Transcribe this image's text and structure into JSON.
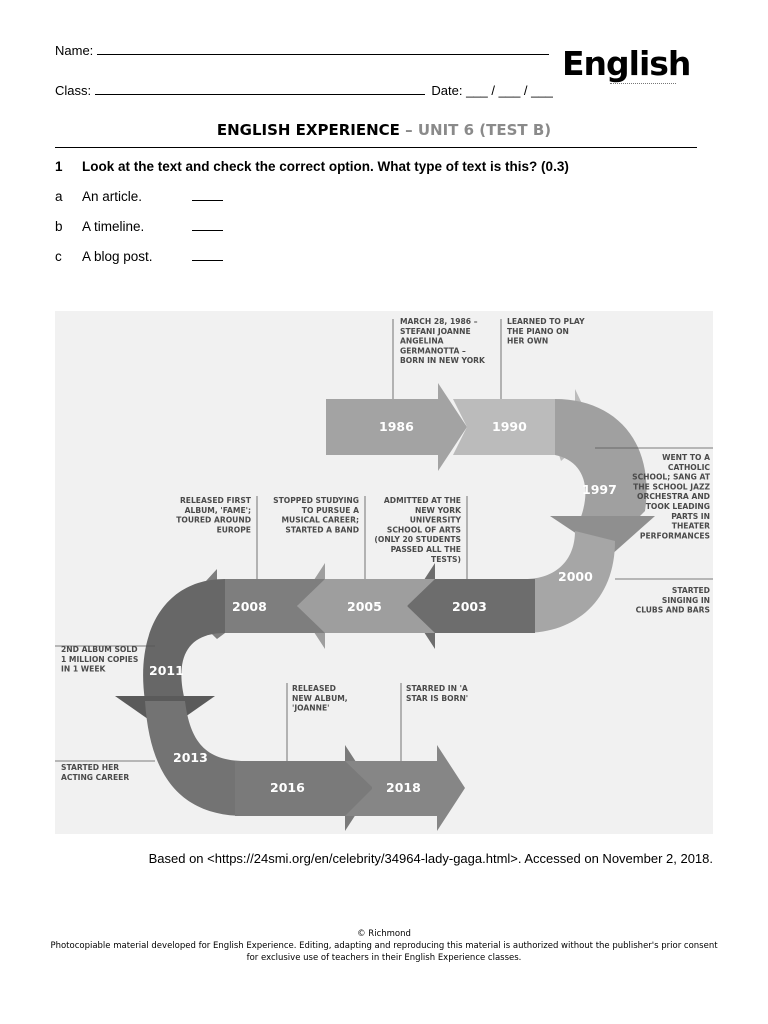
{
  "header": {
    "name_label": "Name:",
    "class_label": "Class:",
    "date_label": "Date:",
    "date_placeholder": "___ / ___ / ___",
    "logo_text": "English"
  },
  "title": {
    "main": "ENGLISH EXPERIENCE",
    "dash": " – ",
    "unit": "UNIT 6 (TEST B)"
  },
  "question": {
    "number": "1",
    "text": "Look at the text and check the correct option. What type of text is this? (0.3)",
    "options": [
      {
        "letter": "a",
        "text": "An article."
      },
      {
        "letter": "b",
        "text": "A timeline."
      },
      {
        "letter": "c",
        "text": "A blog post."
      }
    ]
  },
  "timeline": {
    "years": [
      "1986",
      "1990",
      "1997",
      "2000",
      "2003",
      "2005",
      "2008",
      "2011",
      "2013",
      "2016",
      "2018"
    ],
    "annotations": {
      "y1986": [
        "MARCH 28, 1986 –",
        "STEFANI JOANNE",
        "ANGELINA",
        "GERMANOTTA –",
        "BORN IN NEW YORK"
      ],
      "y1990": [
        "LEARNED TO PLAY",
        "THE PIANO ON",
        "HER OWN"
      ],
      "y1997": [
        "WENT TO A",
        "CATHOLIC",
        "SCHOOL; SANG AT",
        "THE SCHOOL JAZZ",
        "ORCHESTRA AND",
        "TOOK LEADING",
        "PARTS IN",
        "THEATER",
        "PERFORMANCES"
      ],
      "y2000": [
        "STARTED",
        "SINGING IN",
        "CLUBS AND BARS"
      ],
      "y2003": [
        "ADMITTED AT THE",
        "NEW YORK",
        "UNIVERSITY",
        "SCHOOL OF ARTS",
        "(ONLY 20 STUDENTS",
        "PASSED ALL THE",
        "TESTS)"
      ],
      "y2005": [
        "STOPPED STUDYING",
        "TO PURSUE A",
        "MUSICAL CAREER;",
        "STARTED A BAND"
      ],
      "y2008": [
        "RELEASED FIRST",
        "ALBUM, 'FAME';",
        "TOURED AROUND",
        "EUROPE"
      ],
      "y2011": [
        "2ND ALBUM SOLD",
        "1 MILLION COPIES",
        "IN 1 WEEK"
      ],
      "y2013": [
        "STARTED HER",
        "ACTING CAREER"
      ],
      "y2016": [
        "RELEASED",
        "NEW ALBUM,",
        "'JOANNE'"
      ],
      "y2018": [
        "STARRED IN 'A",
        "STAR IS BORN'"
      ]
    }
  },
  "source": "Based on <https://24smi.org/en/celebrity/34964-lady-gaga.html>. Accessed on November 2, 2018.",
  "footer": {
    "copyright": "© Richmond",
    "line1": "Photocopiable material developed for English Experience. Editing, adapting and reproducing this material is authorized without the publisher's prior consent",
    "line2": "for exclusive use of teachers in their English Experience classes."
  },
  "colors": {
    "light_arrow": "#a9a9a9",
    "mid_arrow": "#9a9a9a",
    "dark_arrow": "#6f6f6f",
    "darker_arrow": "#5f5f5f"
  }
}
